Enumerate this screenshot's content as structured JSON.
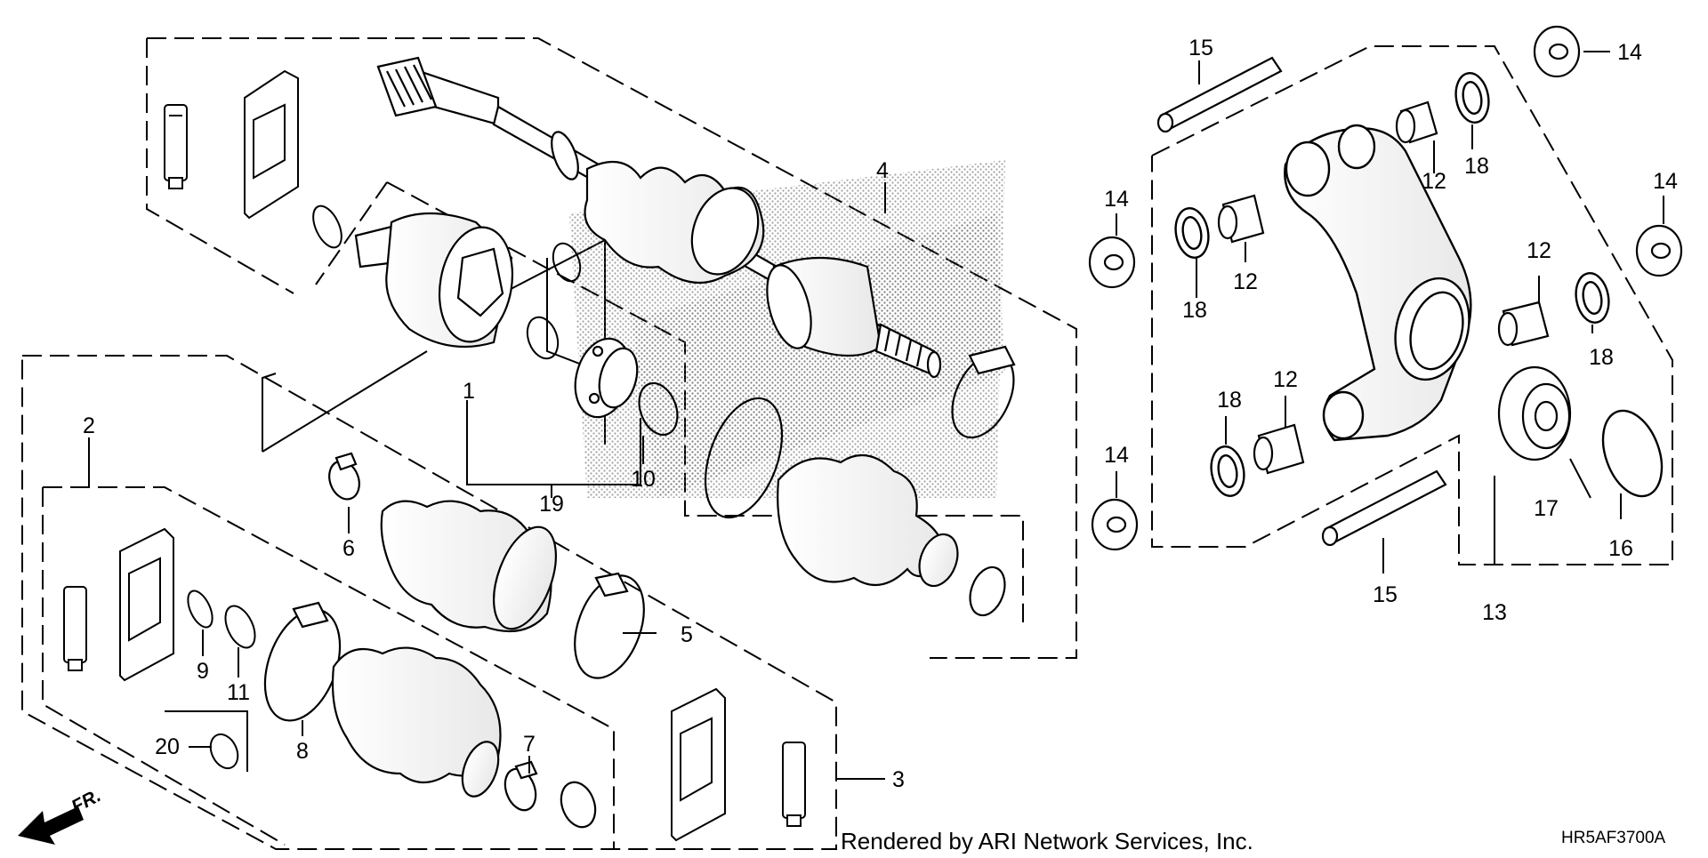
{
  "callouts": [
    "1",
    "2",
    "3",
    "4",
    "5",
    "6",
    "7",
    "8",
    "9",
    "10",
    "11",
    "12",
    "13",
    "14",
    "15",
    "16",
    "17",
    "18",
    "19",
    "20"
  ],
  "direction_label": "FR.",
  "credit": "Rendered by ARI Network Services, Inc.",
  "drawing_code": "HR5AF3700A"
}
